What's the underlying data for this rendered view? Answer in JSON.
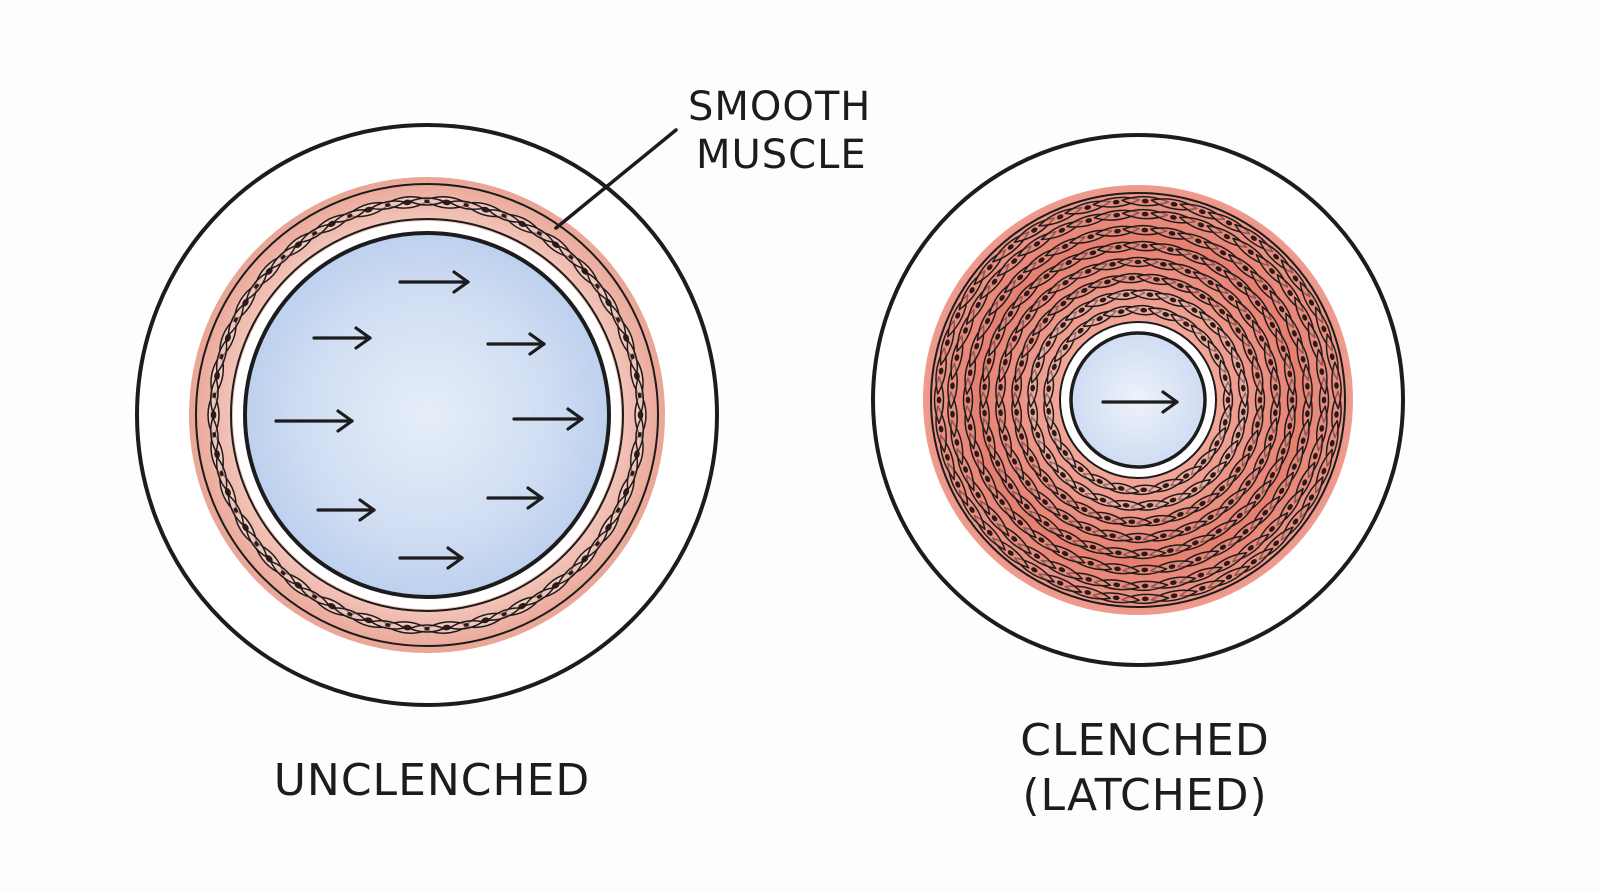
{
  "labels": {
    "smooth_muscle_line1": "SMOOTH",
    "smooth_muscle_line2": "MUSCLE",
    "left_caption": "UNCLENCHED",
    "right_caption_line1": "CLENCHED",
    "right_caption_line2": "(LATCHED)"
  },
  "colors": {
    "outline": "#1c1c1c",
    "lumen_blue": "#c9d9f1",
    "muscle_light": "#efb6a8",
    "muscle_dark": "#e4796a",
    "nucleus": "#2a1a18",
    "background": "#fdfdfc"
  },
  "arrow_counts": {
    "unclenched": 8,
    "clenched": 1
  }
}
